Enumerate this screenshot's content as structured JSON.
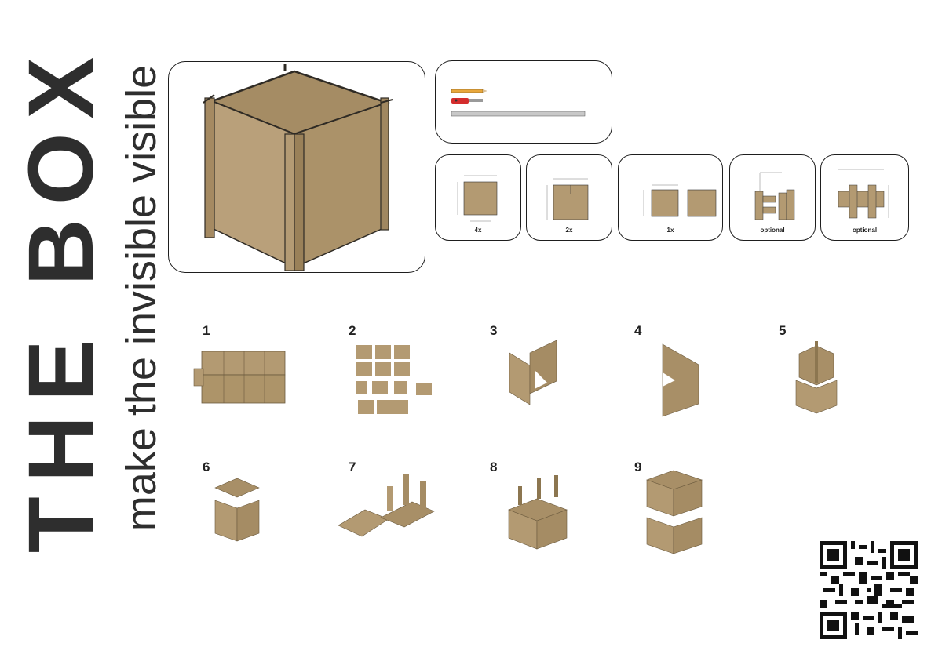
{
  "title": "THE BOX",
  "subtitle": "make the invisible visible",
  "colors": {
    "cardboard": "#b39a72",
    "cardboard_dark": "#8c7650",
    "edge": "#2f2b25",
    "text": "#2e2e2e"
  },
  "parts": [
    {
      "label": "4x"
    },
    {
      "label": "2x"
    },
    {
      "label": "1x"
    },
    {
      "label": "optional"
    },
    {
      "label": "optional"
    }
  ],
  "steps": [
    {
      "number": "1"
    },
    {
      "number": "2"
    },
    {
      "number": "3"
    },
    {
      "number": "4"
    },
    {
      "number": "5"
    },
    {
      "number": "6"
    },
    {
      "number": "7"
    },
    {
      "number": "8"
    },
    {
      "number": "9"
    }
  ],
  "tools": [
    "pencil-icon",
    "cutter-knife-icon",
    "ruler-icon"
  ],
  "qr_code": "qr-code-icon"
}
